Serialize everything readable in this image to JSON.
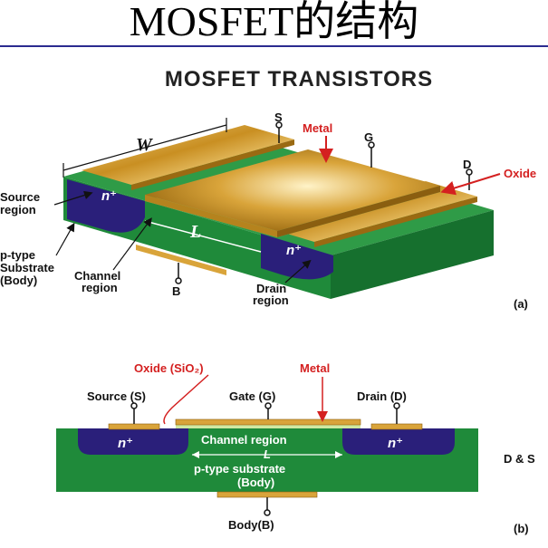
{
  "slide_title": "MOSFET的结构",
  "figure_heading": "MOSFET TRANSISTORS",
  "colors": {
    "substrate": "#1f8a3a",
    "n_plus": "#2a1f7a",
    "metal": "#d9a43a",
    "oxide_arrow": "#d42020",
    "title_rule": "#2b2b8f"
  },
  "figure_a": {
    "label": "(a)",
    "terminal_s": "S",
    "terminal_g": "G",
    "terminal_d": "D",
    "terminal_b": "B",
    "metal_label": "Metal",
    "oxide_label": "Oxide",
    "width_label": "W",
    "length_label": "L",
    "n_plus_left": "n⁺",
    "n_plus_right": "n⁺",
    "source_region_l1": "Source",
    "source_region_l2": "region",
    "substrate_l1": "p-type",
    "substrate_l2": "Substrate",
    "substrate_l3": "(Body)",
    "channel_l1": "Channel",
    "channel_l2": "region",
    "drain_l1": "Drain",
    "drain_l2": "region"
  },
  "figure_b": {
    "label": "(b)",
    "oxide_label": "Oxide (SiO₂)",
    "metal_label": "Metal",
    "source_label": "Source (S)",
    "gate_label": "Gate (G)",
    "drain_label": "Drain (D)",
    "n_plus_left": "n⁺",
    "n_plus_right": "n⁺",
    "channel_label": "Channel region",
    "length_label": "L",
    "substrate_l1": "p-type substrate",
    "substrate_l2": "(Body)",
    "body_label": "Body(B)",
    "side_note": "D & S"
  }
}
